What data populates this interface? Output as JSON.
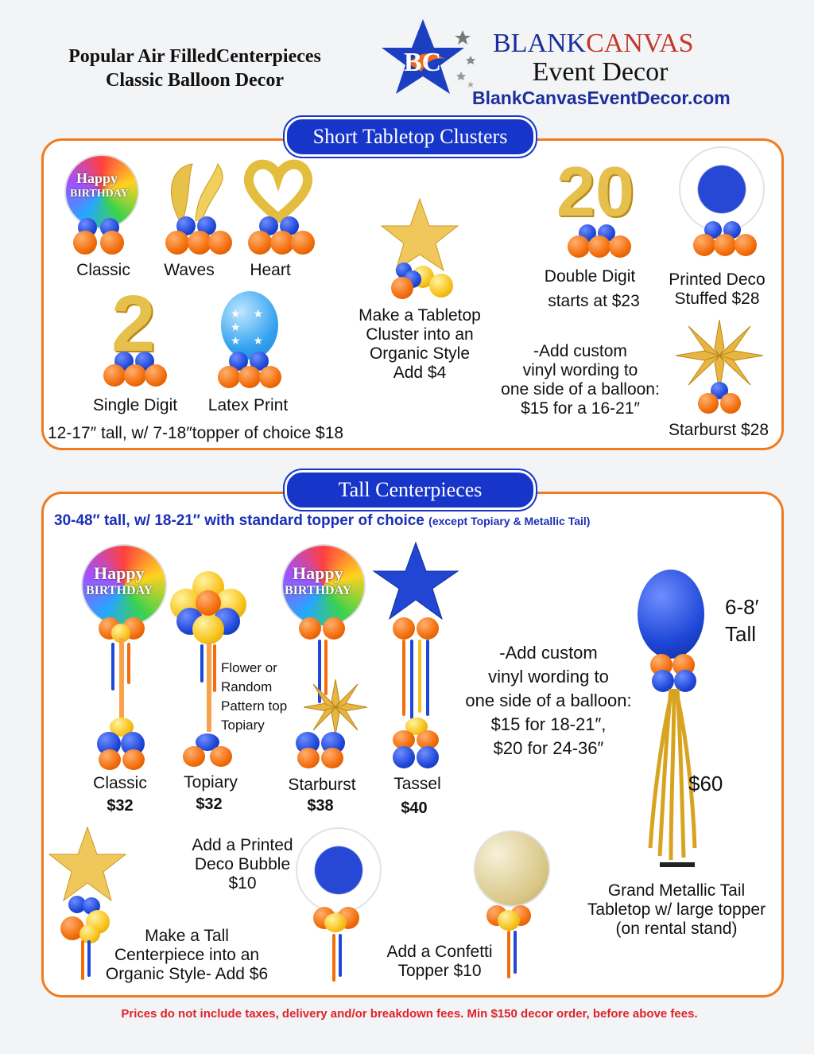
{
  "header": {
    "title_line1": "Popular Air FilledCenterpieces",
    "title_line2": "Classic Balloon Decor",
    "logo_monogram": "BC",
    "brand_word1": "BLANK",
    "brand_word2": "CANVAS",
    "brand_line2": "Event Decor",
    "website": "BlankCanvasEventDecor.com"
  },
  "short_section": {
    "title": "Short Tabletop Clusters",
    "items": {
      "classic": "Classic",
      "waves": "Waves",
      "heart": "Heart",
      "single_digit": "Single Digit",
      "latex_print": "Latex Print",
      "organic_line1": "Make a Tabletop",
      "organic_line2": "Cluster into an",
      "organic_line3": "Organic Style",
      "organic_line4": "Add $4",
      "double_digit": "Double Digit",
      "double_digit_price": "starts at $23",
      "printed_deco_line1": "Printed Deco",
      "printed_deco_line2": "Stuffed $28",
      "vinyl_line1": "-Add custom",
      "vinyl_line2": "vinyl wording to",
      "vinyl_line3": "one side of a balloon:",
      "vinyl_line4": "$15 for a 16-21″",
      "starburst": "Starburst $28",
      "footer": "12-17″  tall, w/ 7-18″topper of choice $18"
    },
    "balloon_text_happy": "Happy",
    "balloon_text_birthday": "BIRTHDAY",
    "digit_single": "2",
    "digit_double": "20"
  },
  "tall_section": {
    "title": "Tall Centerpieces",
    "subtitle": "30-48″  tall, w/ 18-21″ with standard  topper of choice",
    "subtitle_note": "(except Topiary & Metallic Tail)",
    "items": {
      "classic": "Classic",
      "classic_price": "$32",
      "topiary": "Topiary",
      "topiary_price": "$32",
      "topiary_note_line1": "Flower or",
      "topiary_note_line2": "Random",
      "topiary_note_line3": "Pattern top",
      "topiary_note_line4": "Topiary",
      "starburst": "Starburst",
      "starburst_price": "$38",
      "tassel": "Tassel",
      "tassel_price": "$40",
      "vinyl_line1": "-Add custom",
      "vinyl_line2": "vinyl wording to",
      "vinyl_line3": "one side of a balloon:",
      "vinyl_line4": "$15 for 18-21″,",
      "vinyl_line5": "$20 for 24-36″",
      "height_line1": "6-8′",
      "height_line2": "Tall",
      "grand_price": "$60",
      "grand_line1": "Grand Metallic Tail",
      "grand_line2": "Tabletop w/ large topper",
      "grand_line3": "(on rental stand)",
      "organic_line1": "Make a Tall",
      "organic_line2": "Centerpiece into an",
      "organic_line3": "Organic Style- Add $6",
      "deco_line1": "Add a Printed",
      "deco_line2": "Deco Bubble",
      "deco_line3": "$10",
      "confetti_line1": "Add a Confetti",
      "confetti_line2": "Topper $10"
    }
  },
  "footer_note": "Prices do not include taxes, delivery and/or breakdown fees. Min $150 decor order, before above fees.",
  "colors": {
    "accent_orange": "#f07a20",
    "brand_blue": "#1736c9",
    "footer_red": "#e0222a"
  }
}
